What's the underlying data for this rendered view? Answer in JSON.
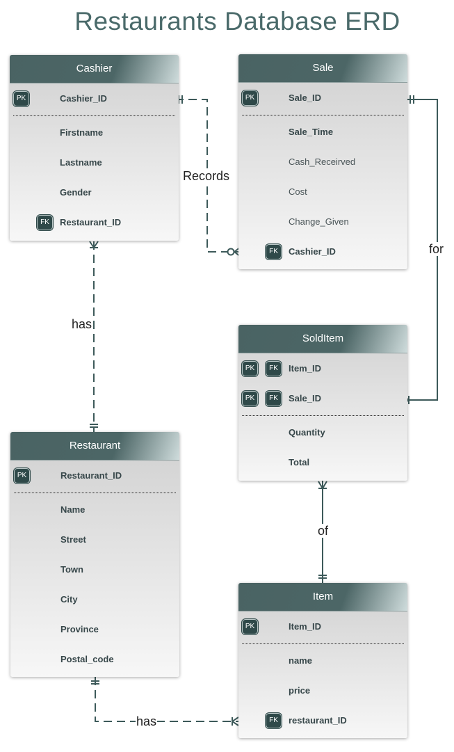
{
  "title": "Restaurants Database ERD",
  "entities": {
    "cashier": {
      "name": "Cashier",
      "keys": [
        {
          "name": "Cashier_ID",
          "badges": [
            "PK"
          ]
        }
      ],
      "attributes": [
        {
          "name": "Firstname",
          "badges": []
        },
        {
          "name": "Lastname",
          "badges": []
        },
        {
          "name": "Gender",
          "badges": []
        },
        {
          "name": "Restaurant_ID",
          "badges": [
            "FK"
          ]
        }
      ]
    },
    "sale": {
      "name": "Sale",
      "keys": [
        {
          "name": "Sale_ID",
          "badges": [
            "PK"
          ]
        }
      ],
      "attributes": [
        {
          "name": "Sale_Time",
          "badges": []
        },
        {
          "name": "Cash_Receirved",
          "badges": []
        },
        {
          "name": "Cost",
          "badges": []
        },
        {
          "name": "Change_Given",
          "badges": []
        },
        {
          "name": "Cashier_ID",
          "badges": [
            "FK"
          ]
        }
      ]
    },
    "solditem": {
      "name": "SoldItem",
      "keys": [
        {
          "name": "Item_ID",
          "badges": [
            "PK",
            "FK"
          ]
        },
        {
          "name": "Sale_ID",
          "badges": [
            "PK",
            "FK"
          ]
        }
      ],
      "attributes": [
        {
          "name": "Quantity",
          "badges": []
        },
        {
          "name": "Total",
          "badges": []
        }
      ]
    },
    "restaurant": {
      "name": "Restaurant",
      "keys": [
        {
          "name": "Restaurant_ID",
          "badges": [
            "PK"
          ]
        }
      ],
      "attributes": [
        {
          "name": "Name",
          "badges": []
        },
        {
          "name": "Street",
          "badges": []
        },
        {
          "name": "Town",
          "badges": []
        },
        {
          "name": "City",
          "badges": []
        },
        {
          "name": "Province",
          "badges": []
        },
        {
          "name": "Postal_code",
          "badges": []
        }
      ]
    },
    "item": {
      "name": "Item",
      "keys": [
        {
          "name": "Item_ID",
          "badges": [
            "PK"
          ]
        }
      ],
      "attributes": [
        {
          "name": "name",
          "badges": []
        },
        {
          "name": "price",
          "badges": []
        },
        {
          "name": "restaurant_ID",
          "badges": [
            "FK"
          ]
        }
      ]
    }
  },
  "relationships": {
    "records": "Records",
    "for": "for",
    "cashier_restaurant": "has",
    "of": "of",
    "item_restaurant": "has"
  },
  "colors": {
    "header": "#4a6363",
    "line": "#3d5a5a",
    "badge": "#2f4949",
    "title": "#4a6a6a"
  }
}
